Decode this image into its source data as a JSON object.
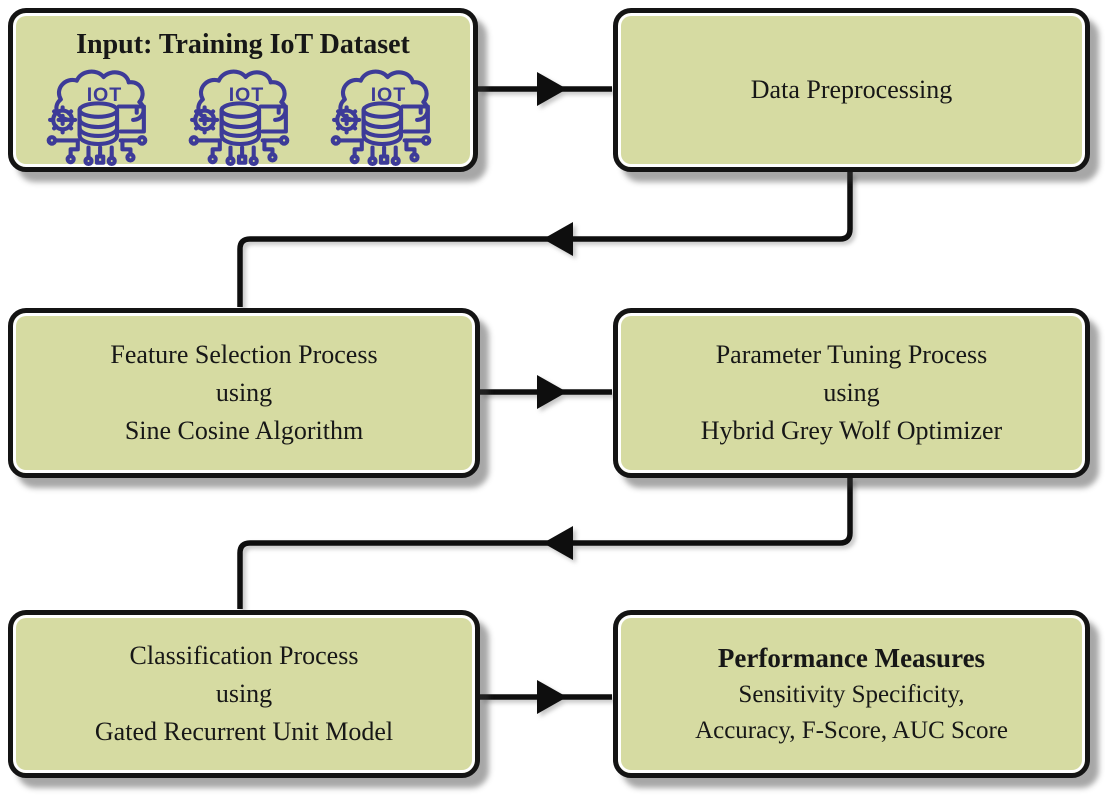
{
  "colors": {
    "background": "#ffffff",
    "box_fill": "#d6dba2",
    "box_border": "#141414",
    "icon_blue": "#3d3b98",
    "arrow_black": "#0e0e0e",
    "text_color": "#171717"
  },
  "boxes": [
    {
      "id": "input",
      "title": "Input: Training IoT Dataset",
      "icon": "iot-dataset-icon",
      "icon_label": "IOT",
      "icon_count": 3
    },
    {
      "id": "preprocessing",
      "lines": [
        "Data Preprocessing"
      ]
    },
    {
      "id": "feature-selection",
      "lines": [
        "Feature Selection Process",
        "using",
        "Sine Cosine Algorithm"
      ]
    },
    {
      "id": "parameter-tuning",
      "lines": [
        "Parameter Tuning Process",
        "using",
        "Hybrid Grey Wolf Optimizer"
      ]
    },
    {
      "id": "classification",
      "lines": [
        "Classification Process",
        "using",
        "Gated Recurrent Unit Model"
      ]
    },
    {
      "id": "performance",
      "title": "Performance Measures",
      "lines": [
        "Sensitivity Specificity,",
        "Accuracy, F-Score, AUC Score"
      ]
    }
  ],
  "connectors": [
    {
      "from": "input",
      "to": "preprocessing"
    },
    {
      "from": "preprocessing",
      "to": "feature-selection"
    },
    {
      "from": "feature-selection",
      "to": "parameter-tuning"
    },
    {
      "from": "parameter-tuning",
      "to": "classification"
    },
    {
      "from": "classification",
      "to": "performance"
    }
  ]
}
